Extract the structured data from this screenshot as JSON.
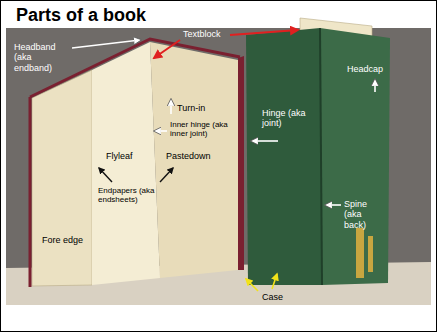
{
  "diagram": {
    "title": "Parts of a book",
    "labels": [
      "Headband (aka endband)",
      "Textblock",
      "Turn-in",
      "Inner hinge (aka inner joint)",
      "Flyleaf",
      "Pastedown",
      "Hinge (aka joint)",
      "Headcap",
      "Endpapers (aka endsheets)",
      "Spine (aka back)",
      "Fore edge",
      "Case"
    ]
  }
}
